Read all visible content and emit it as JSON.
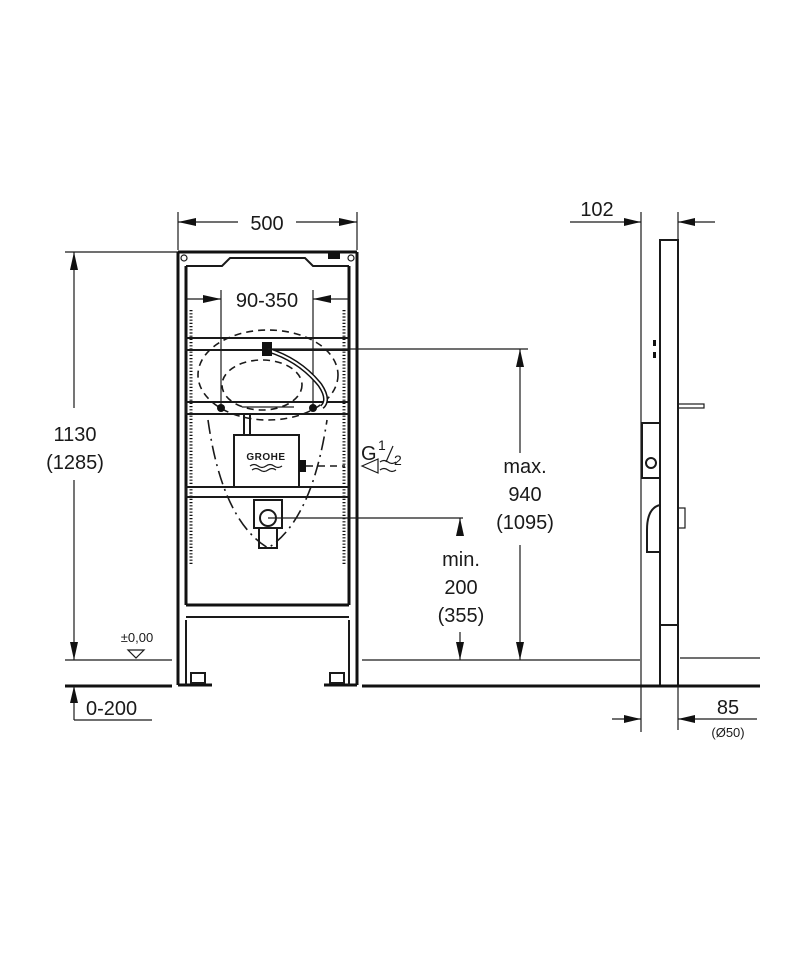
{
  "drawing": {
    "brand_logo": "GROHE",
    "front_view": {
      "width_dim": "500",
      "inlet_spacing_dim": "90-350",
      "height_dim_line1": "1130",
      "height_dim_line2": "(1285)",
      "floor_level_label": "±0,00",
      "floor_adjust_dim": "0-200",
      "max_height_line1": "max.",
      "max_height_line2": "940",
      "max_height_line3": "(1095)",
      "min_height_line1": "min.",
      "min_height_line2": "200",
      "min_height_line3": "(355)",
      "water_connection_label": "G",
      "water_connection_fraction_num": "1",
      "water_connection_fraction_den": "2"
    },
    "side_view": {
      "depth_dim": "102",
      "bottom_depth_dim": "85",
      "pipe_diameter_dim": "(Ø50)"
    }
  }
}
